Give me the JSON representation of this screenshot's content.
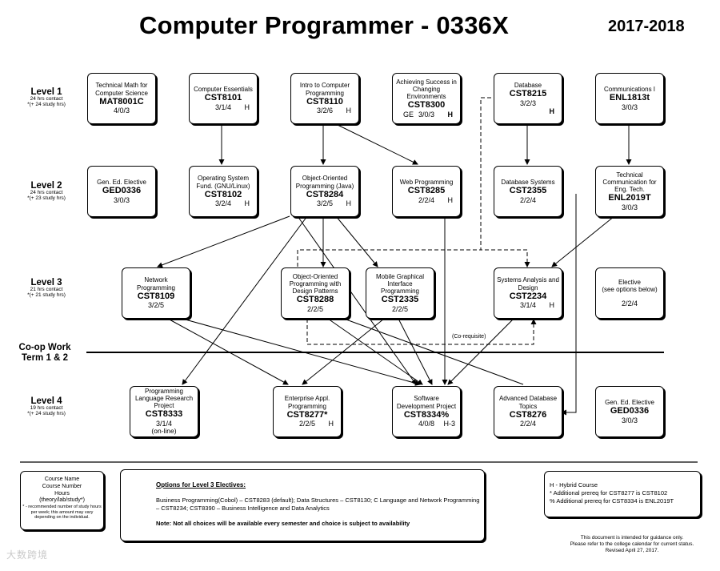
{
  "header": {
    "title": "Computer Programmer - 0336X",
    "year": "2017-2018"
  },
  "levels": {
    "l1": {
      "name": "Level 1",
      "contact": "24 hrs contact",
      "study": "*(+ 24 study hrs)"
    },
    "l2": {
      "name": "Level 2",
      "contact": "24 hrs contact",
      "study": "*(+ 23 study hrs)"
    },
    "l3": {
      "name": "Level 3",
      "contact": "21 hrs contact",
      "study": "*(+ 21 study hrs)"
    },
    "l4": {
      "name": "Level 4",
      "contact": "19 hrs contact",
      "study": "*(+ 24 study hrs)"
    }
  },
  "coop": {
    "line1": "Co-op Work",
    "line2": "Term 1 & 2"
  },
  "courses": {
    "mat8001c": {
      "name": "Technical Math for Computer Science",
      "code": "MAT8001C",
      "hours": "4/0/3",
      "flag": ""
    },
    "cst8101": {
      "name": "Computer Essentials",
      "code": "CST8101",
      "hours": "3/1/4",
      "flag": "H"
    },
    "cst8110": {
      "name": "Intro to Computer Programming",
      "code": "CST8110",
      "hours": "3/2/6",
      "flag": "H"
    },
    "cst8300": {
      "name": "Achieving Success in Changing Environments",
      "code": "CST8300",
      "prefix": "GE",
      "hours": "3/0/3",
      "flag": "H"
    },
    "cst8215": {
      "name": "Database",
      "code": "CST8215",
      "hours": "3/2/3",
      "flag": "H"
    },
    "enl1813t": {
      "name": "Communications I",
      "code": "ENL1813t",
      "hours": "3/0/3",
      "flag": ""
    },
    "ged0336a": {
      "name": "Gen. Ed. Elective",
      "code": "GED0336",
      "hours": "3/0/3",
      "flag": ""
    },
    "cst8102": {
      "name": "Operating System Fund. (GNU/Linux)",
      "code": "CST8102",
      "hours": "3/2/4",
      "flag": "H"
    },
    "cst8284": {
      "name": "Object-Oriented Programming (Java)",
      "code": "CST8284",
      "hours": "3/2/5",
      "flag": "H"
    },
    "cst8285": {
      "name": "Web Programming",
      "code": "CST8285",
      "hours": "2/2/4",
      "flag": "H"
    },
    "cst2355": {
      "name": "Database Systems",
      "code": "CST2355",
      "hours": "2/2/4",
      "flag": ""
    },
    "enl2019t": {
      "name": "Technical Communication for Eng. Tech.",
      "code": "ENL2019T",
      "hours": "3/0/3",
      "flag": ""
    },
    "cst8109": {
      "name": "Network Programming",
      "code": "CST8109",
      "hours": "3/2/5",
      "flag": ""
    },
    "cst8288": {
      "name": "Object-Oriented Programming with Design Patterns",
      "code": "CST8288",
      "hours": "2/2/5",
      "flag": ""
    },
    "cst2335": {
      "name": "Mobile Graphical Interface Programming",
      "code": "CST2335",
      "hours": "2/2/5",
      "flag": ""
    },
    "cst2234": {
      "name": "Systems Analysis and Design",
      "code": "CST2234",
      "hours": "3/1/4",
      "flag": "H"
    },
    "elective": {
      "name": "Elective",
      "sub": "(see options below)",
      "hours": "2/2/4"
    },
    "cst8333": {
      "name": "Programming Language Research Project",
      "code": "CST8333",
      "hours": "3/1/4",
      "extra": "(on-line)"
    },
    "cst8277": {
      "name": "Enterprise Appl. Programming",
      "code": "CST8277*",
      "hours": "2/2/5",
      "flag": "H"
    },
    "cst8334": {
      "name": "Software Development Project",
      "code": "CST8334%",
      "hours": "4/0/8",
      "flag": "H-3"
    },
    "cst8276": {
      "name": "Advanced Database Topics",
      "code": "CST8276",
      "hours": "2/2/4",
      "flag": ""
    },
    "ged0336b": {
      "name": "Gen. Ed. Elective",
      "code": "GED0336",
      "hours": "3/0/3",
      "flag": ""
    }
  },
  "coreq_label": "(Co-requisite)",
  "legend": {
    "l1": "Course Name",
    "l2": "Course Number",
    "l3": "Hours",
    "l4": "(theory/lab/study*)",
    "note": "* - recommended number of study hours per week; this amount may vary depending on the individual."
  },
  "options": {
    "title": "Options for Level 3 Electives:",
    "body": "Business Programming(Cobol) – CST8283 (default); Data Structures – CST8130; C Language and Network Programming – CST8234; CST8390 – Business Intelligence and Data Analytics",
    "note": "Note: Not all choices will be available every semester and choice is subject to availability"
  },
  "hybrid": {
    "l1": "H - Hybrid Course",
    "l2": "* Additional prereq for CST8277 is CST8102",
    "l3": "% Additional prereq for CST8334 is ENL2019T"
  },
  "footer": {
    "l1": "This document is intended for guidance only.",
    "l2": "Please refer to the college calendar for current status.",
    "l3": "Revised April 27, 2017."
  },
  "watermark": "大数跨境"
}
